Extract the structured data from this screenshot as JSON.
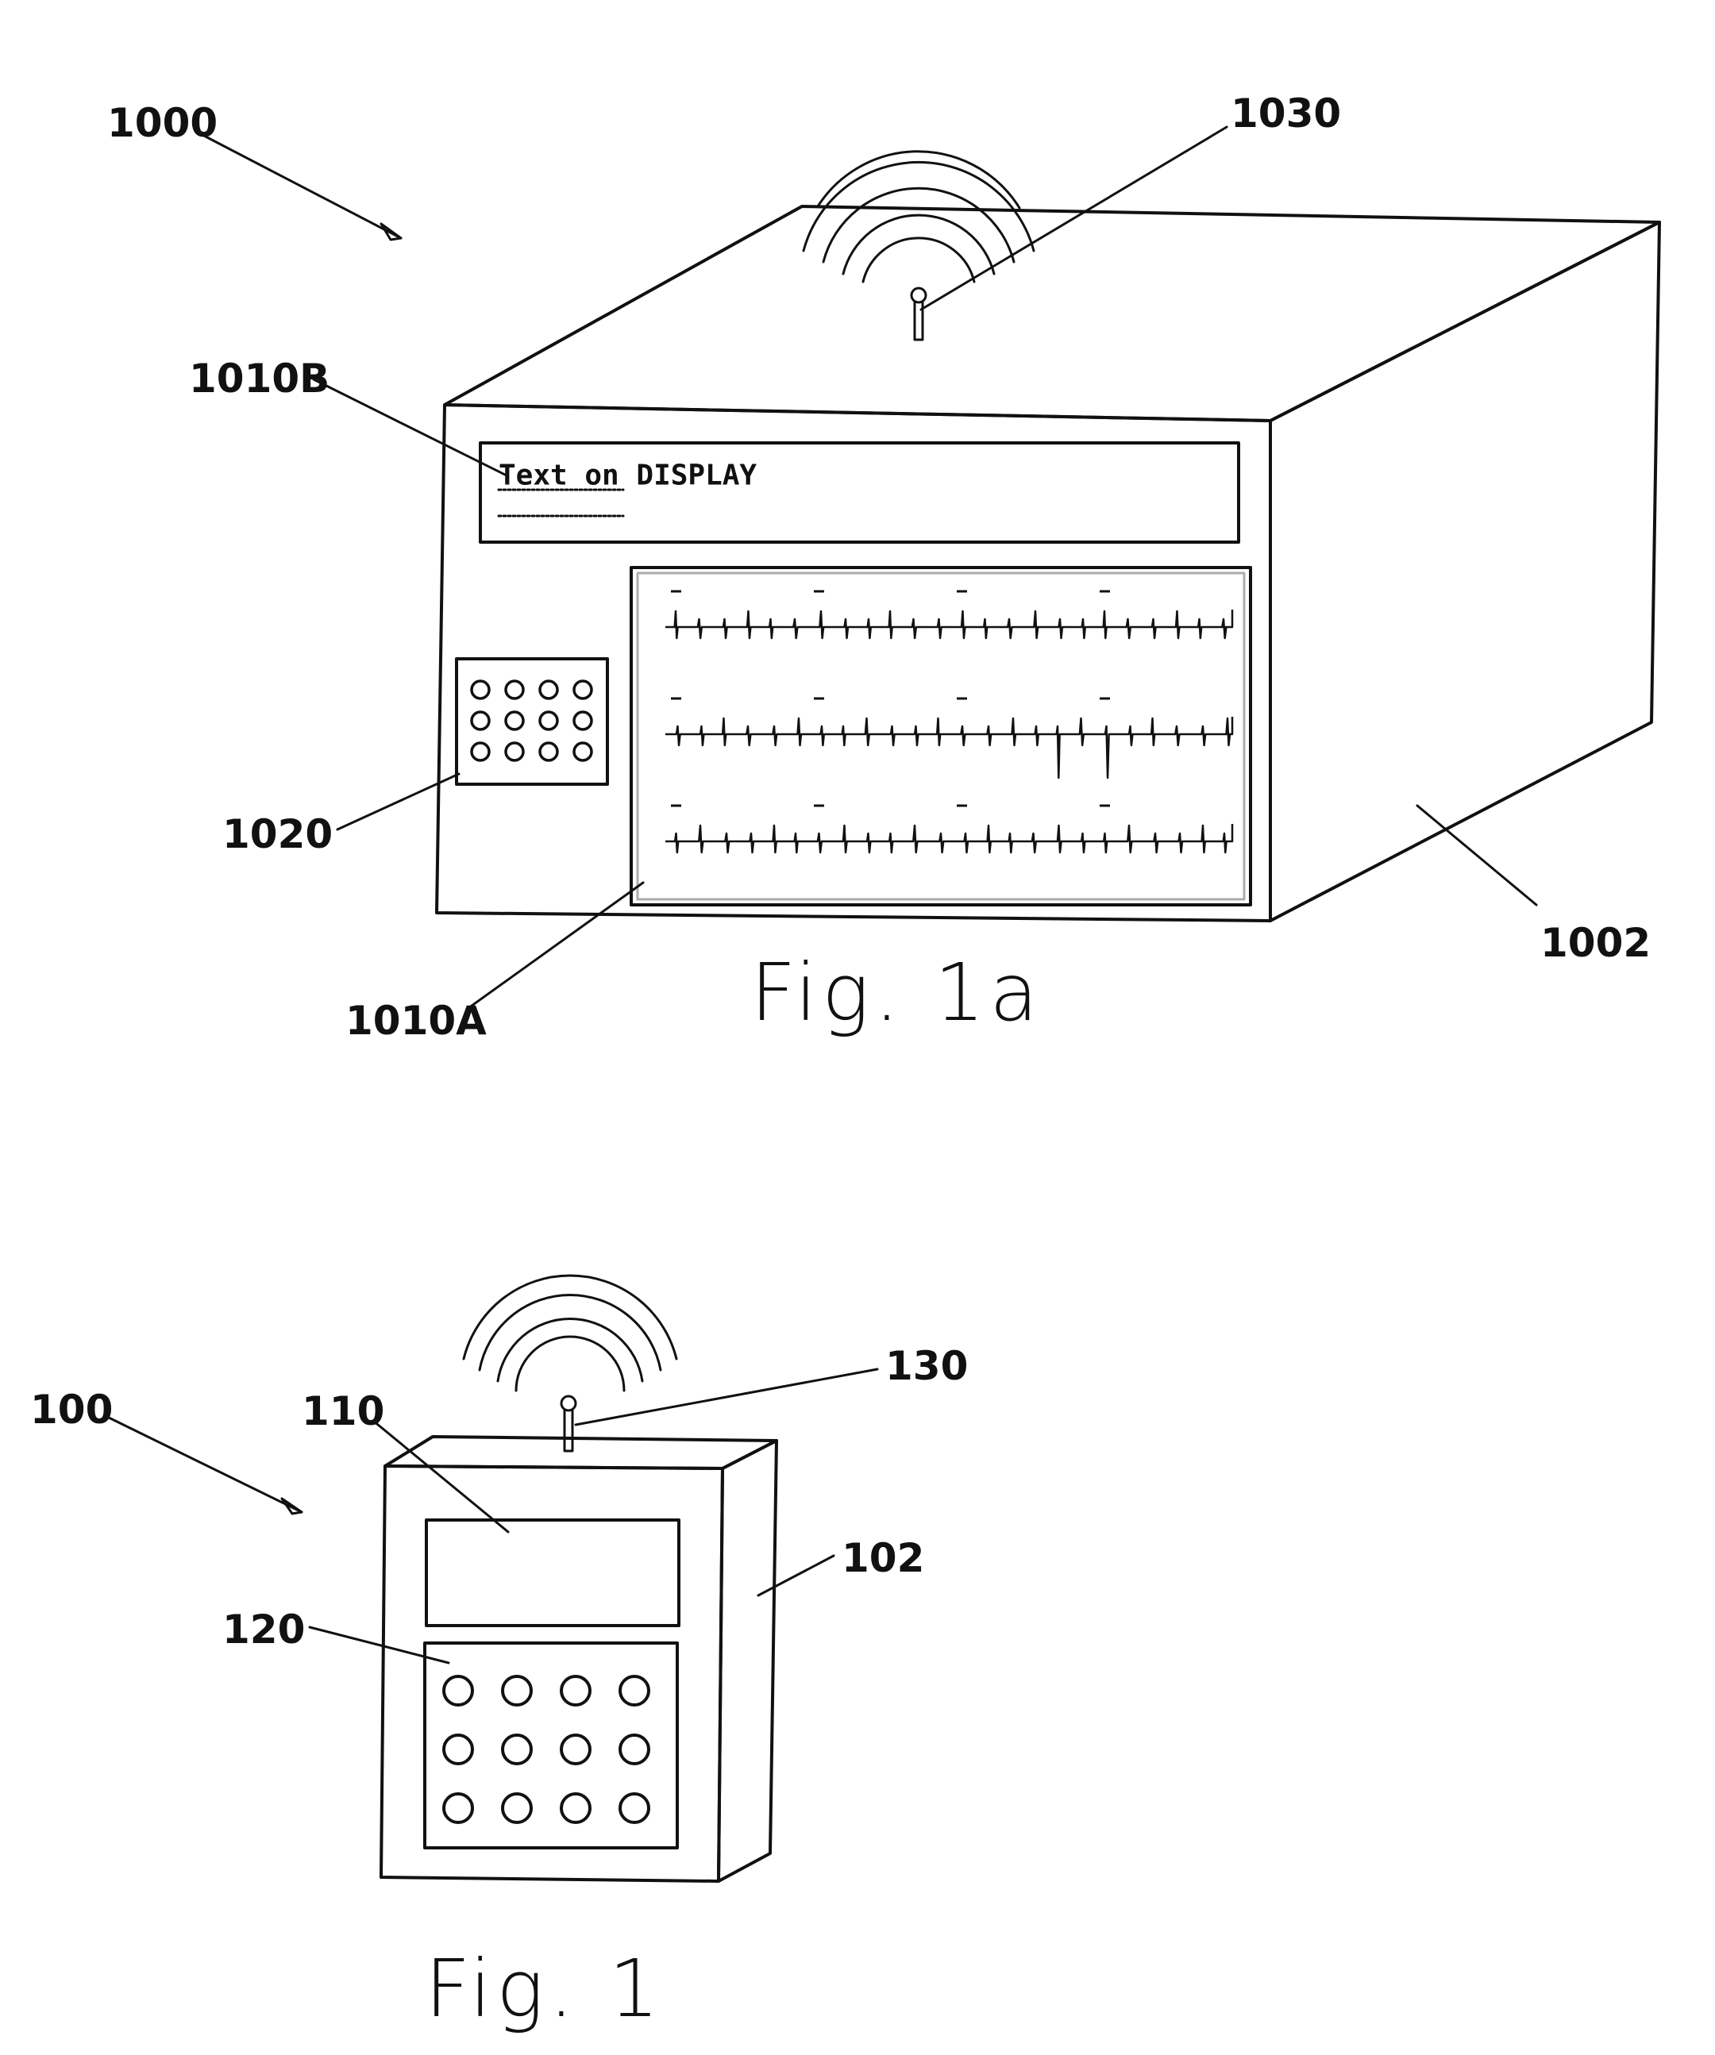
{
  "fig_1a": {
    "caption": "Fig. 1a",
    "refs": {
      "device": "1000",
      "antenna": "1030",
      "text_display": "1010B",
      "keypad": "1020",
      "housing": "1002",
      "waveform_display": "1010A"
    },
    "display_text": "Text on DISPLAY",
    "ecg_rows": 3,
    "keypad_layout": [
      3,
      4
    ]
  },
  "fig_1": {
    "caption": "Fig. 1",
    "refs": {
      "device": "100",
      "antenna": "130",
      "display": "110",
      "housing": "102",
      "keypad": "120"
    },
    "keypad_layout": [
      3,
      4
    ]
  }
}
